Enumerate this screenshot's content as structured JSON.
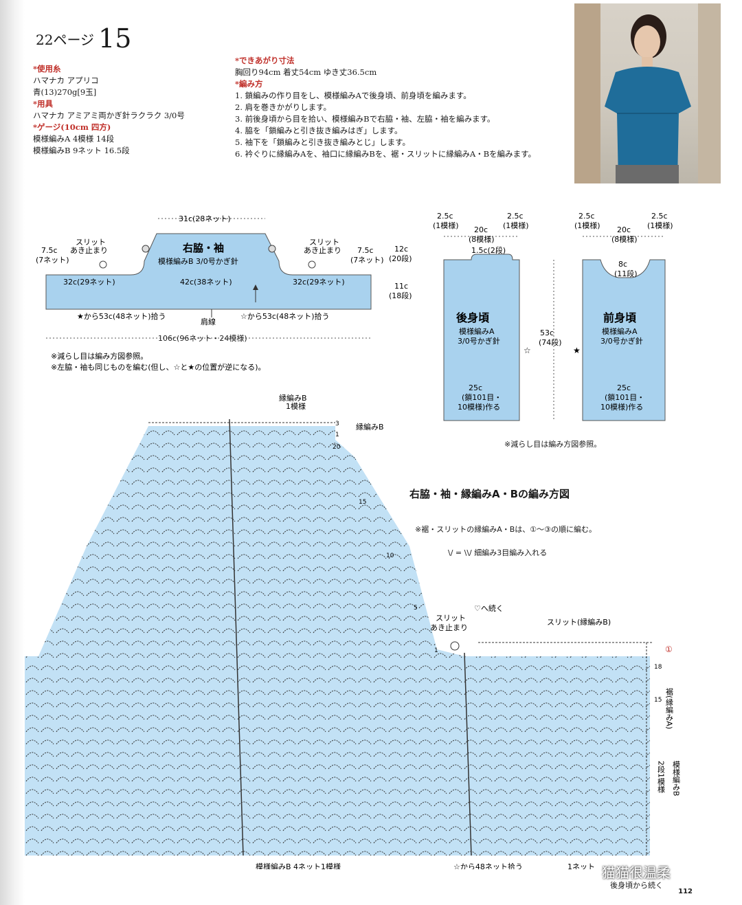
{
  "page_ref": {
    "prefix": "22ページ",
    "number": "15"
  },
  "materials": {
    "yarn_head": "*使用糸",
    "yarn_name": "ハマナカ アプリコ",
    "yarn_color": "青(13)270g[9玉]",
    "tools_head": "*用具",
    "tool": "ハマナカ アミアミ両かぎ針ラクラク 3/0号",
    "gauge_head": "*ゲージ(10cm 四方)",
    "gauge_a": "模様編みA 4模様 14段",
    "gauge_b": "模様編みB 9ネット 16.5段"
  },
  "finished": {
    "size_head": "*できあがり寸法",
    "size": "胸回り94cm 着丈54cm ゆき丈36.5cm",
    "method_head": "*編み方",
    "steps": [
      "1. 鎖編みの作り目をし、模様編みAで後身頃、前身頃を編みます。",
      "2. 肩を巻きかがりします。",
      "3. 前後身頃から目を拾い、模様編みBで右脇・袖、左脇・袖を編みます。",
      "4. 脇を「鎖編みと引き抜き編みはぎ」します。",
      "5. 袖下を「鎖編みと引き抜き編みとじ」します。",
      "6. 衿ぐりに縁編みAを、袖口に縁編みBを、裾・スリットに縁編みA・Bを編みます。"
    ]
  },
  "sleeve_piece": {
    "title": "右脇・袖",
    "pattern": "模様編みB 3/0号かぎ針",
    "top_width": "31c(28ネット)",
    "slit_label": "スリット",
    "slit_stop": "あき止まり",
    "side_7_5": "7.5c",
    "side_7net": "(7ネット)",
    "h12": "12c",
    "h12r": "(20段)",
    "h11": "11c",
    "h11r": "(18段)",
    "left32": "32c(29ネット)",
    "mid42": "42c(38ネット)",
    "right32": "32c(29ネット)",
    "pickup_left": "★から53c(48ネット)拾う",
    "shoulder_line": "肩線",
    "pickup_right": "☆から53c(48ネット)拾う",
    "total": "106c(96ネット・24模様)",
    "note1": "※減らし目は編み方図参照。",
    "note2": "※左脇・袖も同じものを編む(但し、☆と★の位置が逆になる)。"
  },
  "back_piece": {
    "title": "後身頃",
    "pattern": "模様編みA",
    "hook": "3/0号かぎ針",
    "side": "2.5c",
    "side_r": "(1模様)",
    "top": "20c",
    "top_r": "(8模様)",
    "neck": "1.5c(2段)",
    "height": "53c",
    "height_r": "(74段)",
    "bottom": "25c",
    "bottom_r1": "(鎖101目・",
    "bottom_r2": "10模様)作る",
    "mark": "☆"
  },
  "front_piece": {
    "title": "前身頃",
    "pattern": "模様編みA",
    "hook": "3/0号かぎ針",
    "side": "2.5c",
    "side_r": "(1模様)",
    "top": "20c",
    "top_r": "(8模様)",
    "neck": "8c",
    "neck_r": "(11段)",
    "bottom": "25c",
    "bottom_r1": "(鎖101目・",
    "bottom_r2": "10模様)作る",
    "mark": "★"
  },
  "body_note": "※減らし目は編み方図参照。",
  "chart": {
    "title": "右脇・袖・縁編みA・Bの編み方図",
    "note": "※裾・スリットの縁編みA・Bは、①〜③の順に編む。",
    "legend_sym": "\\/ = \\\\/",
    "legend": "細編み3目編み入れる",
    "edge_b_label": "縁編みB",
    "edge_b_repeat": "1模様",
    "edge_b_side": "縁編みB",
    "row_labels": [
      "3",
      "1",
      "20",
      "15",
      "10",
      "5",
      "1"
    ],
    "slit_label": "スリット",
    "slit_stop": "あき止まり",
    "heart_cont": "♡へ続く",
    "slit_edge": "スリット(縁編みB)",
    "circle1": "①",
    "hem_label": "裾(縁編みA)",
    "hem_rows": [
      "18",
      "15"
    ],
    "pattern_b_rep": "模様編みB",
    "two_rows": "2段1模様",
    "bottom_left": "模様編みB 4ネット1模様",
    "bottom_mid": "☆から48ネット拾う",
    "bottom_right": "1ネット",
    "back_cont": "後身頃から続く"
  },
  "page_number": "112",
  "watermark": "猫猫很温柔"
}
